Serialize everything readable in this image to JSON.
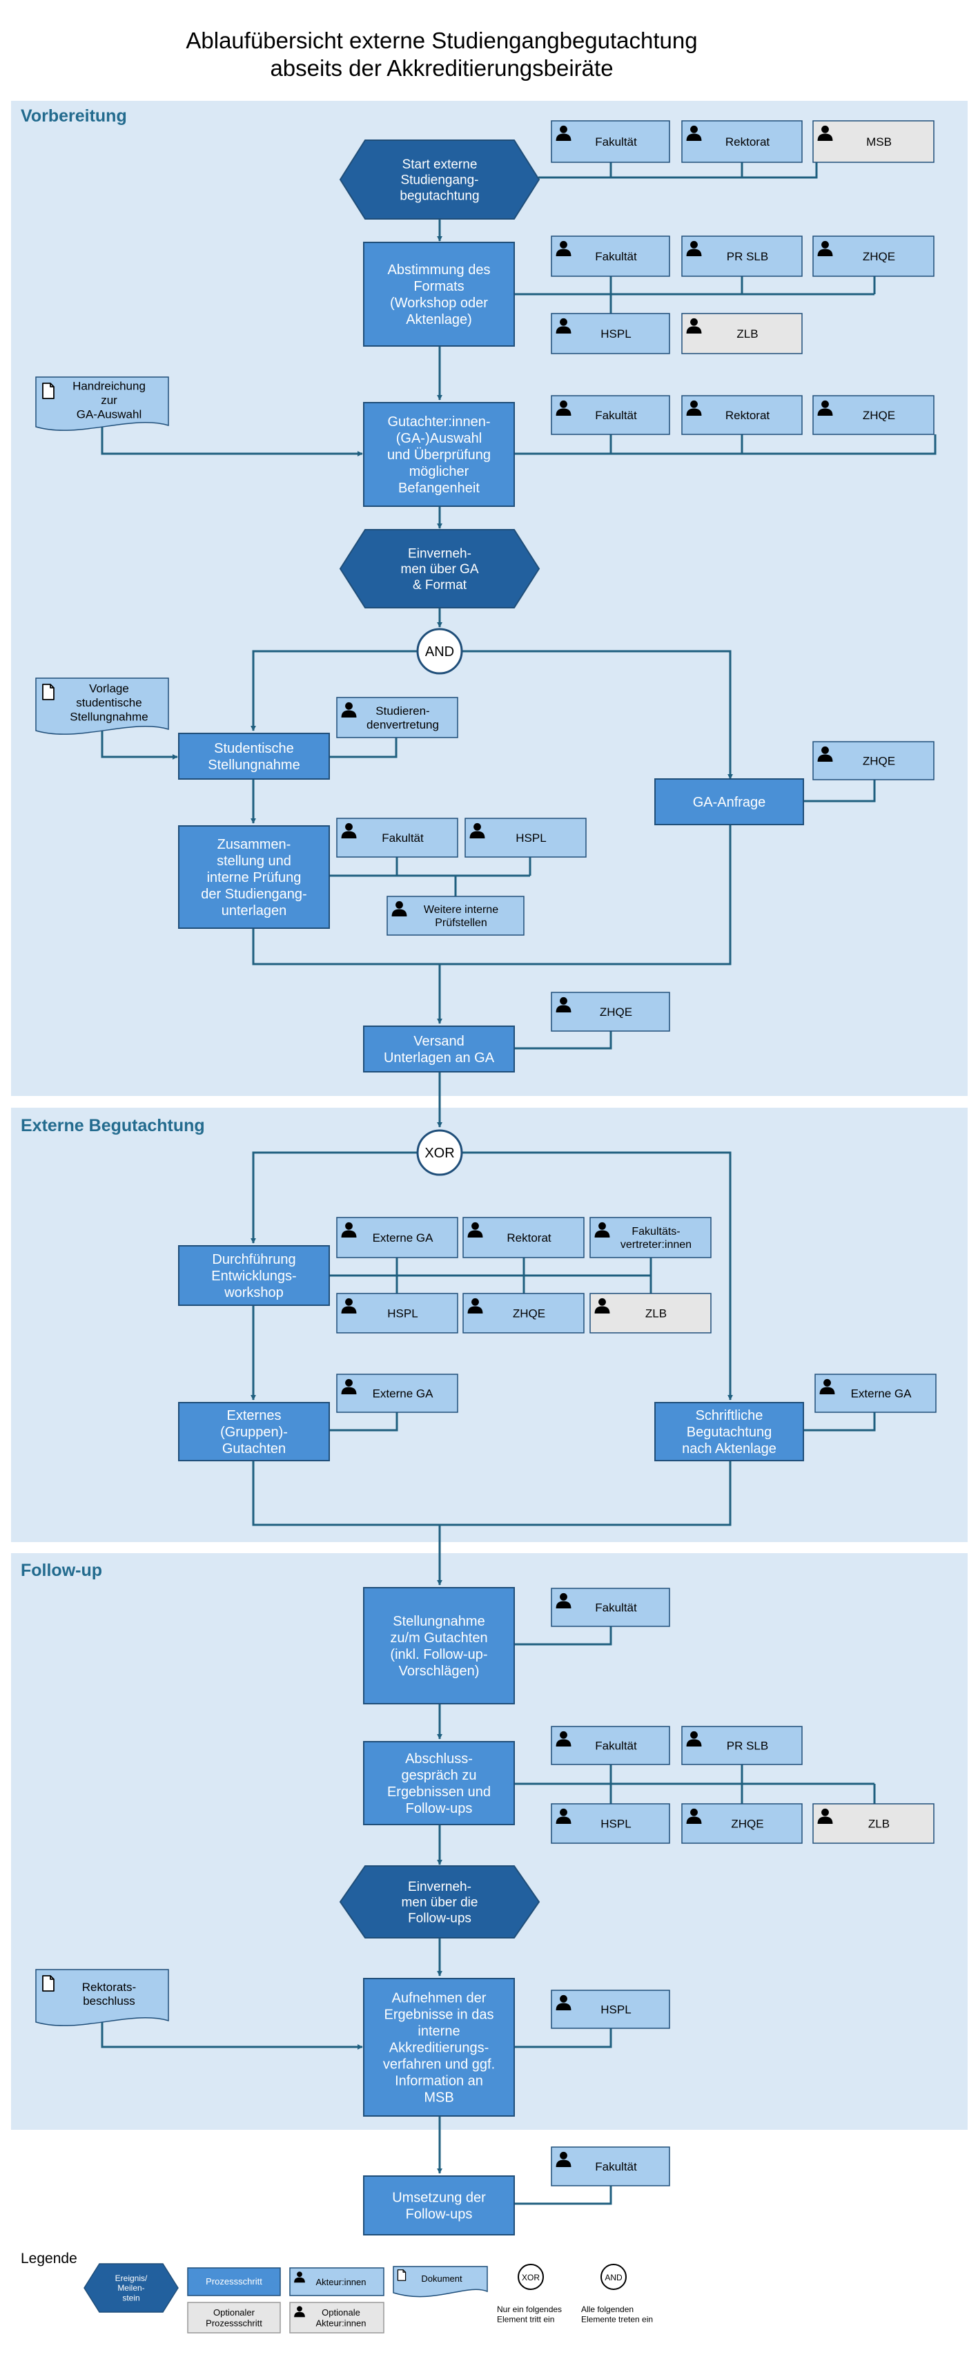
{
  "title": {
    "line1": "Ablaufübersicht externe Studiengangbegutachtung",
    "line2": "abseits der Akkreditierungsbeiräte"
  },
  "phases": {
    "vorbereitung": "Vorbereitung",
    "extern": "Externe Begutachtung",
    "followup": "Follow-up"
  },
  "milestones": {
    "start": [
      "Start externe",
      "Studiengang-",
      "begutachtung"
    ],
    "einv_ga": [
      "Einverneh-",
      "men über GA",
      "& Format"
    ],
    "einv_fu": [
      "Einverneh-",
      "men über die",
      "Follow-ups"
    ]
  },
  "processes": {
    "abstimmung": [
      "Abstimmung des",
      "Formats",
      "(Workshop oder",
      "Aktenlage)"
    ],
    "gutachter": [
      "Gutachter:innen-",
      "(GA-)Auswahl",
      "und Überprüfung",
      "möglicher",
      "Befangenheit"
    ],
    "stud_stellung": [
      "Studentische",
      "Stellungnahme"
    ],
    "ga_anfrage": [
      "GA-Anfrage"
    ],
    "zusammen": [
      "Zusammen-",
      "stellung und",
      "interne Prüfung",
      "der Studiengang-",
      "unterlagen"
    ],
    "versand": [
      "Versand",
      "Unterlagen an GA"
    ],
    "workshop": [
      "Durchführung",
      "Entwicklungs-",
      "workshop"
    ],
    "gruppen": [
      "Externes",
      "(Gruppen)-",
      "Gutachten"
    ],
    "schriftlich": [
      "Schriftliche",
      "Begutachtung",
      "nach Aktenlage"
    ],
    "stellung_gut": [
      "Stellungnahme",
      "zu/m Gutachten",
      "(inkl. Follow-up-",
      "Vorschlägen)"
    ],
    "abschluss": [
      "Abschluss-",
      "gespräch zu",
      "Ergebnissen und",
      "Follow-ups"
    ],
    "aufnehmen": [
      "Aufnehmen der",
      "Ergebnisse in das",
      "interne",
      "Akkreditierungs-",
      "verfahren und ggf.",
      "Information an",
      "MSB"
    ],
    "umsetzung": [
      "Umsetzung der",
      "Follow-ups"
    ]
  },
  "actors": {
    "a1": [
      "Fakultät"
    ],
    "a2": [
      "Rektorat"
    ],
    "a3": [
      "MSB"
    ],
    "a4": [
      "Fakultät"
    ],
    "a5": [
      "PR SLB"
    ],
    "a6": [
      "ZHQE"
    ],
    "a7": [
      "HSPL"
    ],
    "a8": [
      "ZLB"
    ],
    "a9": [
      "Fakultät"
    ],
    "a10": [
      "Rektorat"
    ],
    "a11": [
      "ZHQE"
    ],
    "a12": [
      "Studieren-",
      "denvertretung"
    ],
    "a13": [
      "ZHQE"
    ],
    "a14": [
      "Fakultät"
    ],
    "a15": [
      "HSPL"
    ],
    "a16": [
      "Weitere interne",
      "Prüfstellen"
    ],
    "a17": [
      "ZHQE"
    ],
    "a18": [
      "Externe GA"
    ],
    "a19": [
      "Rektorat"
    ],
    "a20": [
      "Fakultäts-",
      "vertreter:innen"
    ],
    "a21": [
      "HSPL"
    ],
    "a22": [
      "ZHQE"
    ],
    "a23": [
      "ZLB"
    ],
    "a24": [
      "Externe GA"
    ],
    "a25": [
      "Externe GA"
    ],
    "a26": [
      "Fakultät"
    ],
    "a27": [
      "Fakultät"
    ],
    "a28": [
      "PR SLB"
    ],
    "a29": [
      "HSPL"
    ],
    "a30": [
      "ZHQE"
    ],
    "a31": [
      "ZLB"
    ],
    "a32": [
      "HSPL"
    ],
    "a33": [
      "Fakultät"
    ]
  },
  "documents": {
    "d1": [
      "Handreichung",
      "zur",
      "GA-Auswahl"
    ],
    "d2": [
      "Vorlage",
      "studentische",
      "Stellungnahme"
    ],
    "d3": [
      "Rektorats-",
      "beschluss"
    ]
  },
  "gateways": {
    "and": "AND",
    "xor": "XOR"
  },
  "legend": {
    "title": "Legende",
    "ereignis": [
      "Ereignis/",
      "Meilen-",
      "stein"
    ],
    "prozess": "Prozessschritt",
    "opt_prozess": [
      "Optionaler",
      "Prozessschritt"
    ],
    "akteur": "Akteur:innen",
    "opt_akteur": [
      "Optionale",
      "Akteur:innen"
    ],
    "dokument": "Dokument",
    "xor": "XOR",
    "and": "AND",
    "xor_desc": [
      "Nur ein folgendes",
      "Element tritt ein"
    ],
    "and_desc": [
      "Alle folgenden",
      "Elemente treten ein"
    ]
  },
  "colors": {
    "phase_bg": "#dae8f5",
    "milestone": "#22609e",
    "process": "#4a90d6",
    "actor": "#a8cdee",
    "actor_optional": "#e6e6e6",
    "border": "#1f4e79",
    "line": "#1f5f7f",
    "phase_title": "#236b8e"
  }
}
